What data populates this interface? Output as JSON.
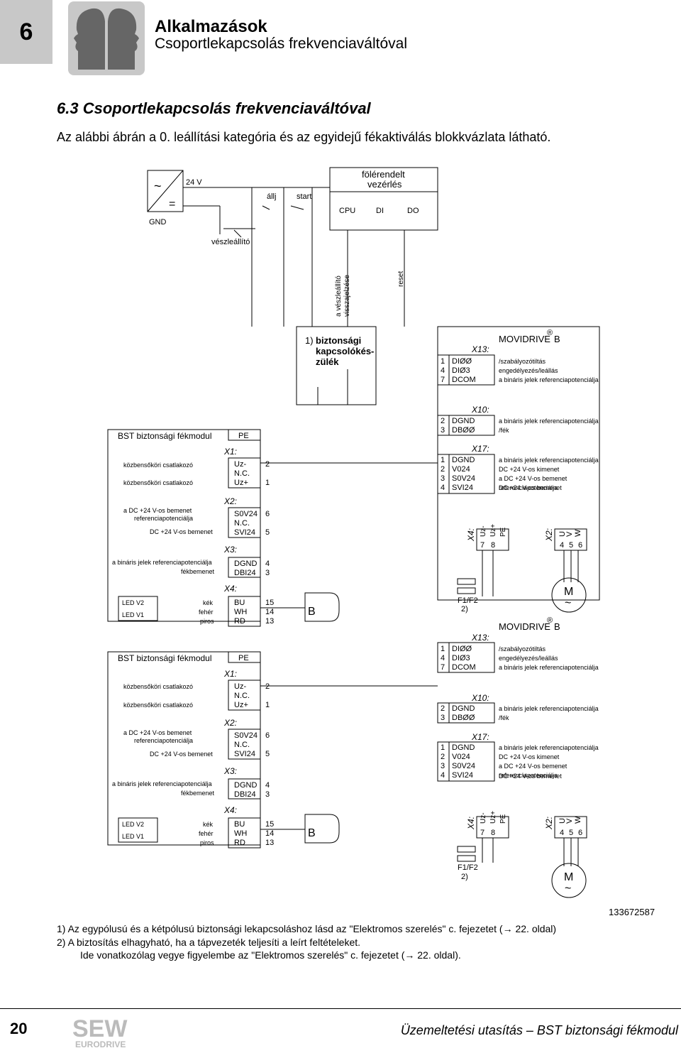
{
  "header": {
    "chapter_number": "6",
    "title": "Alkalmazások",
    "subtitle": "Csoportlekapcsolás frekvenciaváltóval"
  },
  "section": {
    "title": "6.3   Csoportlekapcsolás frekvenciaváltóval",
    "intro": "Az alábbi ábrán a 0. leállítási kategória és az egyidejű fékaktiválás blokkvázlata látható."
  },
  "diagram": {
    "ps_tilde": "~",
    "ps_equals": "=",
    "v24": "24 V",
    "gnd": "GND",
    "allj": "állj",
    "start": "start",
    "vezerles_title1": "fölérendelt",
    "vezerles_title2": "vezérlés",
    "cpu": "CPU",
    "di": "DI",
    "do": "DO",
    "veszleallito": "vészleállító",
    "visszajelzes1": "a vészleállító",
    "visszajelzes2": "visszajelzése",
    "reset": "reset",
    "safety_ref": "1)",
    "safety1": "biztonsági",
    "safety2": "kapcsolókés-",
    "safety3": "zülék",
    "movidrive": "MOVIDRIVE",
    "registered": "®",
    "movidrive_b": "B",
    "x13": "X13:",
    "x10": "X10:",
    "x17": "X17:",
    "x4": "X4:",
    "x2": "X2:",
    "x1": "X1:",
    "x3": "X3:",
    "x13_pins": [
      [
        "1",
        "DIØØ",
        "/szabályozótiltás"
      ],
      [
        "4",
        "DIØ3",
        "engedélyezés/leállás"
      ],
      [
        "7",
        "DCOM",
        "a bináris jelek referenciapotenciálja"
      ]
    ],
    "x10_pins": [
      [
        "2",
        "DGND",
        "a bináris jelek referenciapotenciálja"
      ],
      [
        "3",
        "DBØØ",
        "/fék"
      ]
    ],
    "x17_pins": [
      [
        "1",
        "DGND",
        "a bináris jelek referenciapotenciálja"
      ],
      [
        "2",
        "V024",
        "DC +24 V-os kimenet"
      ],
      [
        "3",
        "S0V24",
        "a DC +24 V-os bemenet"
      ],
      [
        "4",
        "SVI24",
        "referenciapotenciálja"
      ]
    ],
    "x17_extra": "DC +24 V-os bemenet",
    "x4_labels": [
      "Uz-",
      "Uz+",
      "PE"
    ],
    "x4_nums": [
      "7",
      "8"
    ],
    "x2_labels": [
      "U",
      "V",
      "W"
    ],
    "x2_nums": [
      "4",
      "5",
      "6"
    ],
    "motor_m": "M",
    "motor_tilde": "~",
    "fuse": "F1/F2",
    "fuse_ref": "2)",
    "bst_title": "BST biztonsági fékmodul",
    "pe": "PE",
    "kozben": "közbensőköri csatlakozó",
    "x1_pins": [
      [
        "Uz-",
        "2"
      ],
      [
        "N.C.",
        ""
      ],
      [
        "Uz+",
        "1"
      ]
    ],
    "x2_desc1": "a DC +24 V-os bemenet",
    "x2_desc2": "referenciapotenciálja",
    "x2_desc3": "DC +24 V-os bemenet",
    "x2_pins": [
      [
        "S0V24",
        "6"
      ],
      [
        "N.C.",
        ""
      ],
      [
        "SVI24",
        "5"
      ]
    ],
    "x3_desc1": "a bináris jelek referenciapotenciálja",
    "x3_desc2": "fékbemenet",
    "x3_pins": [
      [
        "DGND",
        "4"
      ],
      [
        "DBI24",
        "3"
      ]
    ],
    "led_v2": "LED V2",
    "led_v1": "LED V1",
    "kek": "kék",
    "feher": "fehér",
    "piros": "piros",
    "x4b_pins": [
      [
        "BU",
        "15"
      ],
      [
        "WH",
        "14"
      ],
      [
        "RD",
        "13"
      ]
    ],
    "brake_b": "B"
  },
  "footnotes": {
    "n1": "1)   Az egypólusú és a kétpólusú biztonsági lekapcsoláshoz lásd az \"Elektromos szerelés\" c. fejezetet (→ 22. oldal)",
    "n2": "2)   A biztosítás elhagyható, ha a tápvezeték teljesíti a leírt feltételeket.",
    "n3": "Ide vonatkozólag vegye figyelembe az \"Elektromos szerelés\" c. fejezetet (→ 22. oldal)."
  },
  "doc_id": "133672587",
  "footer": {
    "page": "20",
    "logo": "SEW EURODRIVE",
    "text": "Üzemeltetési utasítás – BST biztonsági fékmodul"
  },
  "colors": {
    "band": "#c8c8c8"
  }
}
